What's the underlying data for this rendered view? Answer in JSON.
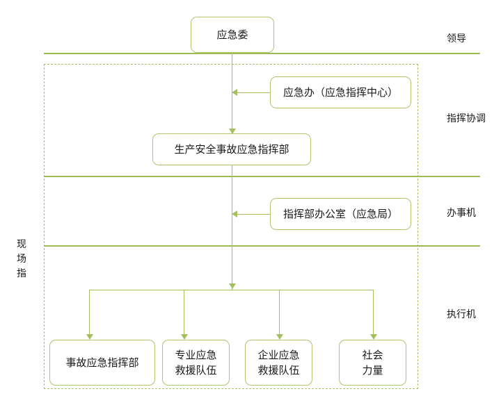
{
  "diagram": {
    "title_present": false,
    "accent_color": "#a3bf5e",
    "divider_color": "#9cbb52",
    "box_border_color": "#aec56e",
    "dashed_border_color": "#a9c06a",
    "text_color": "#1a1a1a"
  },
  "nodes": {
    "emergency_committee": "应急委",
    "emergency_office": "应急办（应急指挥中心）",
    "safety_command": "生产安全事故应急指挥部",
    "command_office": "指挥部办公室（应急局）",
    "accident_command": "事故应急指挥部",
    "professional_team": "专业应急\n救援队伍",
    "enterprise_team": "企业应急\n救援队伍",
    "social_force": "社会\n力量"
  },
  "band_labels": {
    "leadership": "领导",
    "coordination": "指挥协调",
    "administration": "办事机",
    "execution": "执行机"
  },
  "side_label": {
    "on_site_command": "现场指"
  }
}
